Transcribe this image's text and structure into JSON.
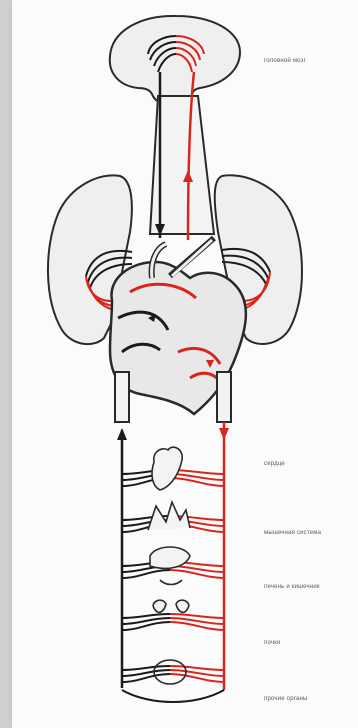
{
  "labels": {
    "brain": "головной мозг",
    "heart": "сердце",
    "muscles": "мышечная система",
    "liver_intestine": "печень и кишечник",
    "kidneys": "почки",
    "lower_organs": "прочие органы"
  },
  "colors": {
    "venous": "#1b1b1b",
    "arterial": "#d8261c",
    "organ_fill": "#ececec",
    "organ_stroke": "#2a2a2a",
    "label": "#5b5b5b"
  }
}
